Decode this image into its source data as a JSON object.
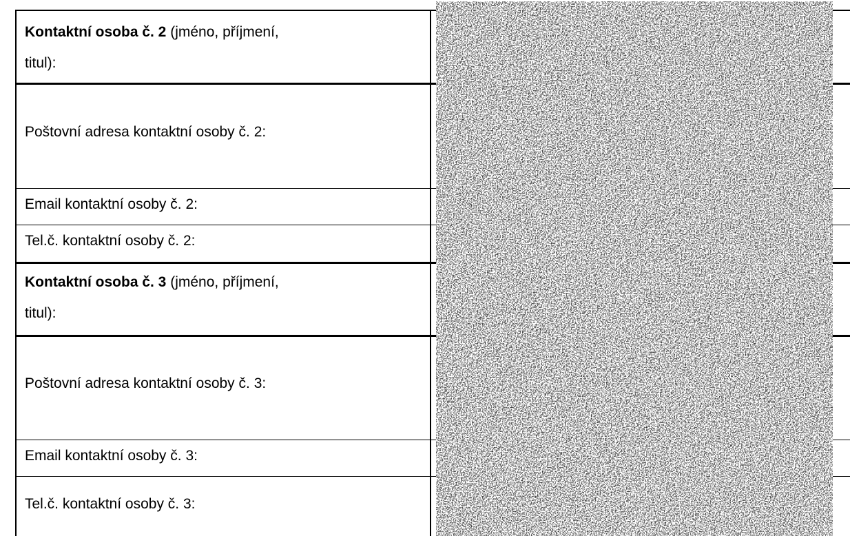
{
  "form": {
    "rows": [
      {
        "bold": "Kontaktní osoba č. 2",
        "text": " (jméno, příjmení,",
        "text2": "titul):"
      },
      {
        "text": "Poštovní adresa kontaktní osoby č. 2:"
      },
      {
        "text": "Email kontaktní osoby č. 2:"
      },
      {
        "text": "Tel.č. kontaktní osoby č. 2:"
      },
      {
        "bold": "Kontaktní osoba č. 3",
        "text": " (jméno, příjmení,",
        "text2": "titul):"
      },
      {
        "text": "Poštovní adresa kontaktní osoby č. 3:"
      },
      {
        "text": "Email kontaktní osoby č. 3:"
      },
      {
        "text": "Tel.č. kontaktní osoby č. 3:"
      }
    ]
  },
  "redaction": {
    "description": "noise-pattern",
    "fg": "#000000",
    "bg": "#ffffff"
  }
}
